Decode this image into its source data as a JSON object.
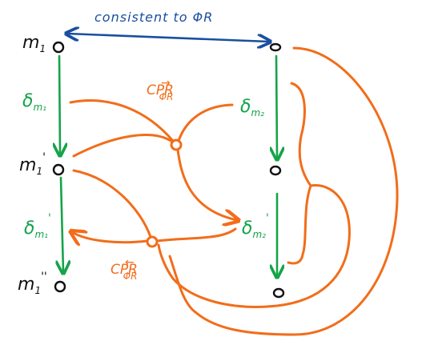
{
  "colors": {
    "ink": "#111111",
    "blue": "#1a4fa0",
    "green": "#16a34a",
    "orange": "#f26d1a"
  },
  "top_link": {
    "label": "consistent to ΦR"
  },
  "left_column": {
    "m1": {
      "base": "m",
      "sub": "1",
      "sup": ""
    },
    "m1_prime": {
      "base": "m",
      "sub": "1",
      "sup": "'"
    },
    "m1_double_prime": {
      "base": "m",
      "sub": "1",
      "sup": "''"
    }
  },
  "deltas": {
    "delta_m1": {
      "base": "δ",
      "sub": "m₁",
      "sup": ""
    },
    "delta_m1_prime": {
      "base": "δ",
      "sub": "m₁",
      "sup": "'"
    },
    "delta_m2": {
      "base": "δ",
      "sub": "m₂",
      "sup": ""
    },
    "delta_m2_prime": {
      "base": "δ",
      "sub": "m₂",
      "sup": "'"
    }
  },
  "operators": {
    "cpr_forward": {
      "base": "CPR",
      "arrow": "→",
      "sub": "ΦR"
    },
    "cpr_backward": {
      "base": "CPR",
      "arrow": "←",
      "sub": "ΦR"
    }
  }
}
